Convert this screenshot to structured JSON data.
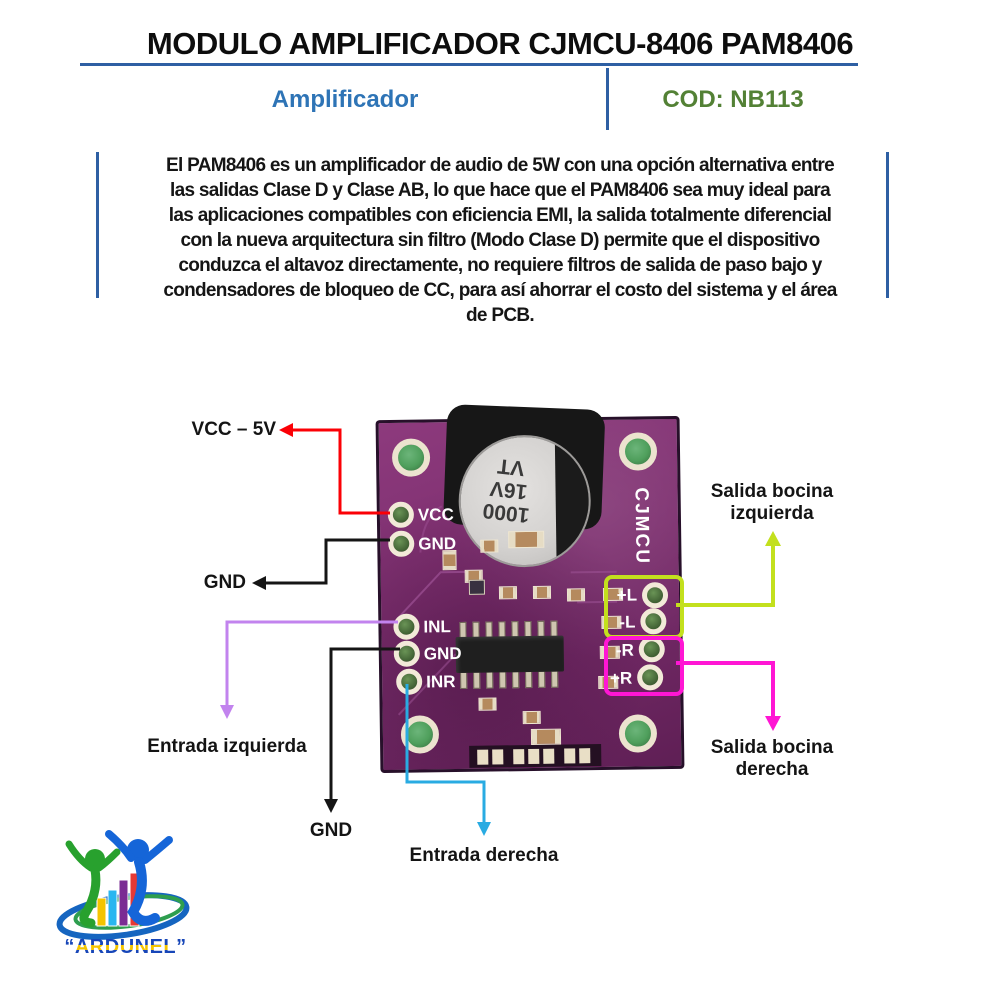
{
  "header": {
    "title": "MODULO AMPLIFICADOR CJMCU-8406 PAM8406",
    "category": "Amplificador",
    "code": "COD: NB113",
    "accent_blue": "#2e5fa3",
    "category_color": "#2e74b6",
    "code_color": "#538135"
  },
  "description": "El PAM8406 es un amplificador de audio de 5W con una opción alternativa entre\nlas salidas Clase D y Clase AB, lo que hace que el PAM8406 sea muy ideal para\nlas aplicaciones compatibles con eficiencia EMI, la salida totalmente diferencial\ncon la nueva arquitectura sin filtro (Modo Clase D) permite que el dispositivo\nconduzca el altavoz directamente, no requiere filtros de salida de paso bajo y\ncondensadores de bloqueo de CC, para así ahorrar el costo del sistema y el área\nde PCB.",
  "board": {
    "brand": "CJMCU",
    "capacitor_text": "1000\n16V\nVT",
    "pin_vcc": "VCC",
    "pin_gnd_top": "GND",
    "pin_inl": "INL",
    "pin_gnd_mid": "GND",
    "pin_inr": "INR",
    "pin_pl": "+L",
    "pin_ml": "-L",
    "pin_mr": "-R",
    "pin_pr": "+R"
  },
  "annotations": {
    "vcc": {
      "label": "VCC – 5V",
      "color": "#fb0006"
    },
    "gnd_top": {
      "label": "GND",
      "color": "#151515"
    },
    "entrada_izq": {
      "label": "Entrada izquierda",
      "color": "#c283ee"
    },
    "gnd_bottom": {
      "label": "GND",
      "color": "#151515"
    },
    "entrada_der": {
      "label": "Entrada derecha",
      "color": "#29abe2"
    },
    "salida_izq": {
      "label": "Salida bocina\nizquierda",
      "color": "#c3e01d"
    },
    "salida_der": {
      "label": "Salida bocina\nderecha",
      "color": "#ff16d4"
    }
  },
  "logo": {
    "text": "“ARDUNEL”",
    "text_color": "#1746b8"
  }
}
